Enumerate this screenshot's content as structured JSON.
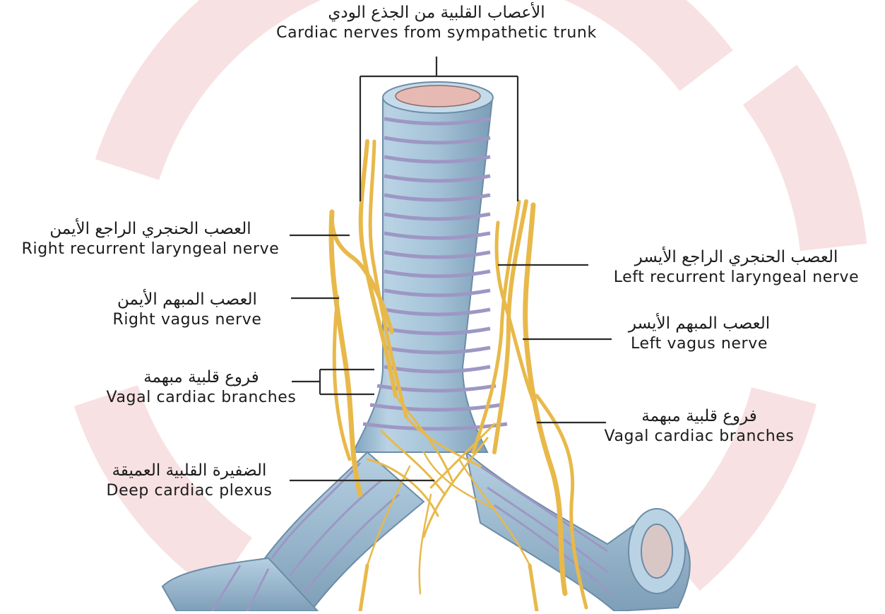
{
  "labels": {
    "cardiac_nerves": {
      "ar": "الأعصاب القلبية من الجذع الودي",
      "en": "Cardiac nerves from sympathetic trunk"
    },
    "right_recurrent": {
      "ar": "العصب الحنجري الراجع الأيمن",
      "en": "Right recurrent laryngeal nerve"
    },
    "left_recurrent": {
      "ar": "العصب الحنجري الراجع الأيسر",
      "en": "Left recurrent laryngeal nerve"
    },
    "right_vagus": {
      "ar": "العصب المبهم الأيمن",
      "en": "Right vagus nerve"
    },
    "left_vagus": {
      "ar": "العصب المبهم الأيسر",
      "en": "Left vagus nerve"
    },
    "vagal_right": {
      "ar": "فروع قلبية مبهمة",
      "en": "Vagal cardiac branches"
    },
    "vagal_left": {
      "ar": "فروع قلبية مبهمة",
      "en": "Vagal cardiac branches"
    },
    "deep_plexus": {
      "ar": "الضفيرة القلبية العميقة",
      "en": "Deep cardiac plexus"
    }
  },
  "colors": {
    "trachea_fill": "#a9c7db",
    "trachea_ring": "#8fb3cc",
    "trachea_groove": "#9d97c4",
    "nerve": "#e8b94a",
    "watermark": "#f6d7d9"
  }
}
